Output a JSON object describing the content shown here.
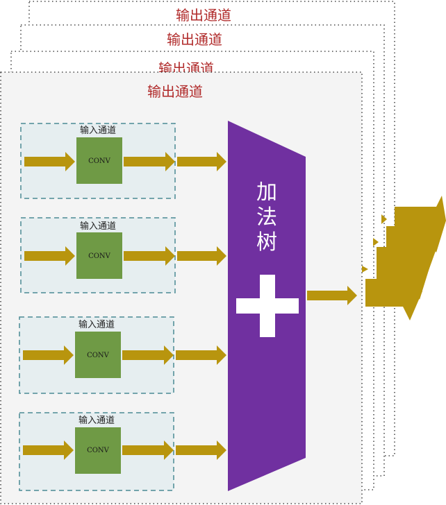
{
  "output_channels": {
    "labels": [
      "输出通道",
      "输出通道",
      "输出通道",
      "输出通道"
    ]
  },
  "input_channels": [
    {
      "label": "输入通道",
      "conv_label": "CONV"
    },
    {
      "label": "输入通道",
      "conv_label": "CONV"
    },
    {
      "label": "输入通道",
      "conv_label": "CONV"
    },
    {
      "label": "输入通道",
      "conv_label": "CONV"
    }
  ],
  "adder_tree": {
    "label_chars": [
      "加",
      "法",
      "树"
    ]
  },
  "colors": {
    "arrow": "#b8950e",
    "conv_box": "#6f9a45",
    "adder": "#7030a0",
    "output_label": "#b02a2a",
    "input_box_fill": "#e6eef0",
    "input_box_border": "#4a8a93",
    "panel_fill": "#f4f4f4"
  }
}
